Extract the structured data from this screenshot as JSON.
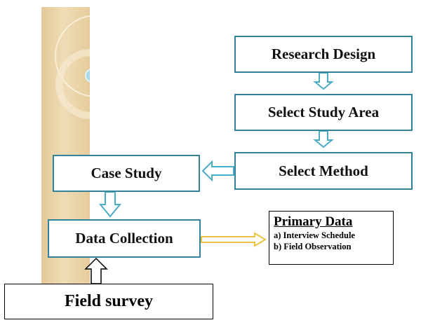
{
  "nodes": {
    "research_design": "Research Design",
    "select_study_area": "Select Study Area",
    "select_method": "Select Method",
    "case_study": "Case Study",
    "data_collection": "Data Collection",
    "field_survey": "Field survey"
  },
  "primary_data": {
    "title": "Primary Data",
    "items": [
      "a)  Interview Schedule",
      "b)  Field Observation"
    ]
  },
  "colors": {
    "box_border": "#31849b",
    "flow_arrow": "#4bacc6",
    "output_arrow": "#e8c341",
    "stripe": "#e9d2a6"
  }
}
